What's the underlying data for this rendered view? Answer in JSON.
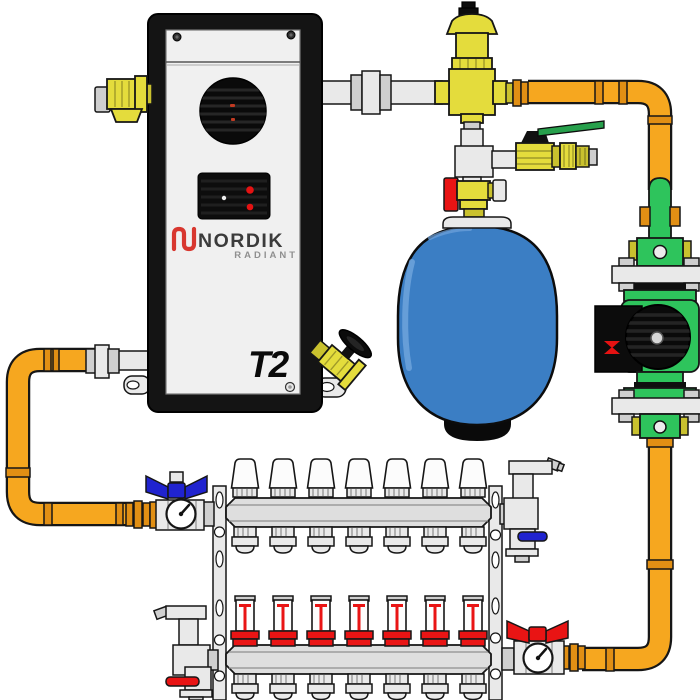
{
  "boiler": {
    "brand": "NORDIK",
    "brand_sub": "RADIANT",
    "model": "T2"
  },
  "manifold": {
    "loops": 7
  },
  "colors": {
    "pipe-orange": "#F6A71F",
    "pipe-orange-dark": "#E18F14",
    "brass-yellow": "#E4DC3C",
    "brass-dark": "#C9C12E",
    "pump-green": "#2EC45C",
    "handle-green": "#27A04C",
    "handle-blue": "#2023CF",
    "handle-red": "#E91414",
    "tank-blue": "#3B7EC4",
    "tank-highlight": "#6FA3DC",
    "metal-light": "#E9E9E9",
    "metal-mid": "#CFCFCF",
    "panel-white": "#F0F0F0",
    "frame-black": "#141414",
    "logo-red": "#D8372F",
    "logo-dark": "#3B3B3B",
    "logo-gray": "#8F8F8F"
  }
}
